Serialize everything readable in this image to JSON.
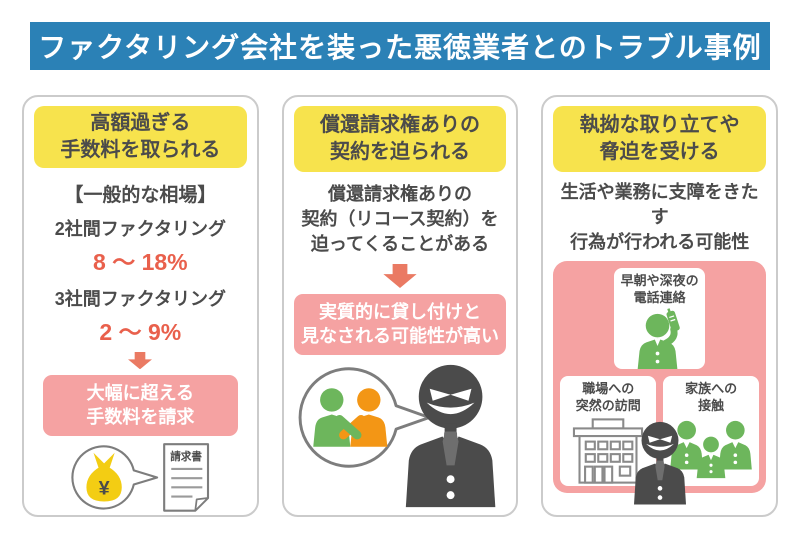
{
  "title": "ファクタリング会社を装った悪徳業者とのトラブル事例",
  "colors": {
    "banner_blue": "#2b81b6",
    "header_yellow": "#f7e34d",
    "pink": "#f5a2a2",
    "coral_arrow": "#ea7a63",
    "rate_red": "#e9604c",
    "green": "#6db65c",
    "orange": "#f39615",
    "dark_gray": "#4b4b4b"
  },
  "cards": {
    "fees": {
      "header": "高額過ぎる\n手数料を取られる",
      "market_title": "【一般的な相場】",
      "rows": [
        {
          "label": "2社間ファクタリング",
          "rate": "8 〜 18%"
        },
        {
          "label": "3社間ファクタリング",
          "rate": "2 〜 9%"
        }
      ],
      "result": "大幅に超える\n手数料を請求",
      "invoice_title": "請求書",
      "yen_symbol": "¥"
    },
    "recourse": {
      "header": "償還請求権ありの\n契約を迫られる",
      "body": "償還請求権ありの\n契約（リコース契約）を\n迫ってくることがある",
      "result": "実質的に貸し付けと\n見なされる可能性が高い"
    },
    "collection": {
      "header": "執拗な取り立てや\n脅迫を受ける",
      "body": "生活や業務に支障をきたす\n行為が行われる可能性",
      "tactics": [
        {
          "label": "早朝や深夜の\n電話連絡",
          "icon": "phone-call-person-icon"
        },
        {
          "label": "職場への\n突然の訪問",
          "icon": "office-building-icon"
        },
        {
          "label": "家族への\n接触",
          "icon": "family-icon"
        }
      ]
    }
  }
}
